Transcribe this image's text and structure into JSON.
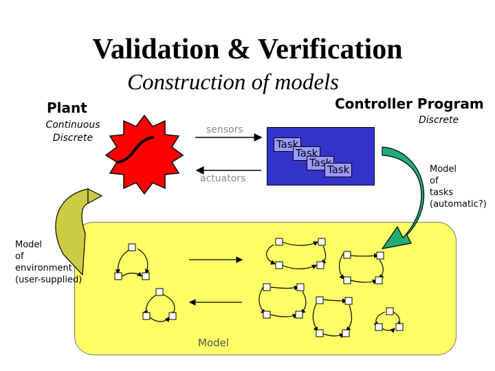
{
  "title": "Validation & Verification",
  "subtitle": "Construction of  models",
  "plant": {
    "title": "Plant",
    "kinds": [
      "Continuous",
      "Discrete"
    ]
  },
  "controller": {
    "title": "Controller Program",
    "kind": "Discrete",
    "tasks": [
      "Task",
      "Task",
      "Task",
      "Task"
    ]
  },
  "signals": {
    "sensors": "sensors",
    "actuators": "actuators"
  },
  "notes": {
    "tasks": [
      "Model",
      "of",
      "tasks",
      "(automatic?)"
    ],
    "environment": [
      "Model",
      "of",
      "environment",
      "(user-supplied)"
    ]
  },
  "model": {
    "label": "Model"
  },
  "colors": {
    "plant": "#ff0000",
    "controller": "#3333cc",
    "task": "#9999ff",
    "model_region": "#ffff66",
    "env_arrow": "#cccc44",
    "task_arrow": "#22aa77"
  }
}
